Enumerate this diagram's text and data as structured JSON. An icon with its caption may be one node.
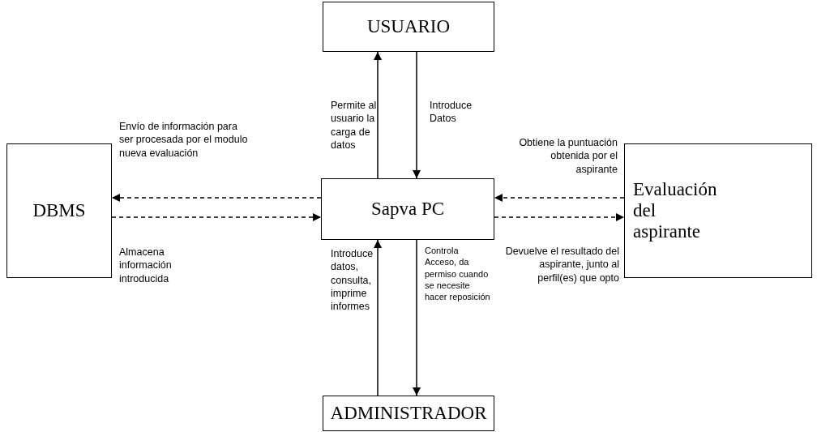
{
  "diagram": {
    "nodes": [
      {
        "text": [
          "USUARIO"
        ]
      },
      {
        "text": [
          "DBMS"
        ]
      },
      {
        "text": [
          "Sapva PC"
        ]
      },
      {
        "text": [
          "Evaluación del aspirante"
        ]
      },
      {
        "text": [
          "ADMINISTRADOR"
        ]
      }
    ],
    "edges": [
      {
        "from": 2,
        "to": 0,
        "arrow": "to",
        "label": "Permite al usuario la carga de datos"
      },
      {
        "from": 0,
        "to": 2,
        "arrow": "to",
        "label": "Introduce Datos"
      },
      {
        "from": 2,
        "to": 1,
        "arrow": "to",
        "style": "dashed",
        "label": "Envío de información para ser procesada por el modulo nueva evaluación"
      },
      {
        "from": 1,
        "to": 2,
        "arrow": "to",
        "style": "dashed",
        "label": "Almacena información introducida"
      },
      {
        "from": 3,
        "to": 2,
        "arrow": "to",
        "style": "dashed",
        "label": "Obtiene la puntuación obtenida por el aspirante"
      },
      {
        "from": 2,
        "to": 3,
        "arrow": "to",
        "style": "dashed",
        "label": "Devuelve el resultado del aspirante, junto al perfil(es) que opto"
      },
      {
        "from": 4,
        "to": 2,
        "arrow": "to",
        "label": "Introduce datos, consulta, imprime informes"
      },
      {
        "from": 2,
        "to": 4,
        "arrow": "to",
        "label": "Controla Acceso, da permiso cuando se necesite hacer reposición"
      }
    ]
  }
}
